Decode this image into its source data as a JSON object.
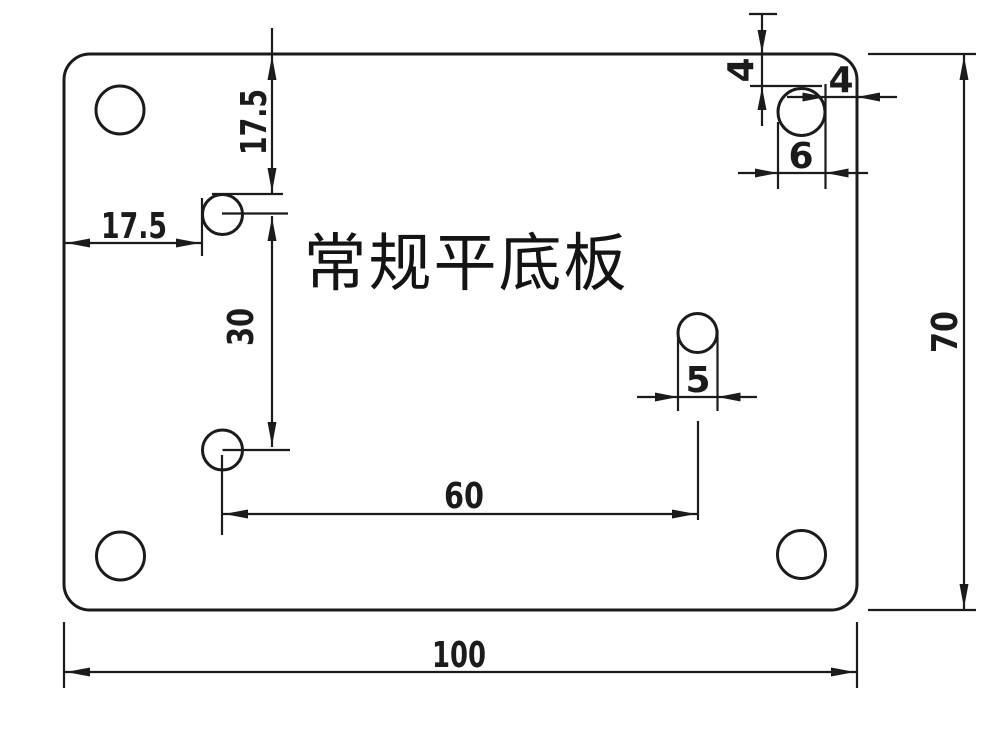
{
  "title": "常规平底板",
  "colors": {
    "background": "#ffffff",
    "line": "#1b1b1b"
  },
  "dimensions": {
    "top_edge_to_hole": "17.5",
    "left_edge_to_hole": "17.5",
    "hole_vertical_spacing": "30",
    "hole_horizontal_spacing": "60",
    "middle_hole_diameter": "5",
    "corner_hole_diameter": "6",
    "corner_hole_top_offset": "4",
    "corner_hole_right_offset": "4",
    "plate_height": "70",
    "plate_width": "100"
  }
}
